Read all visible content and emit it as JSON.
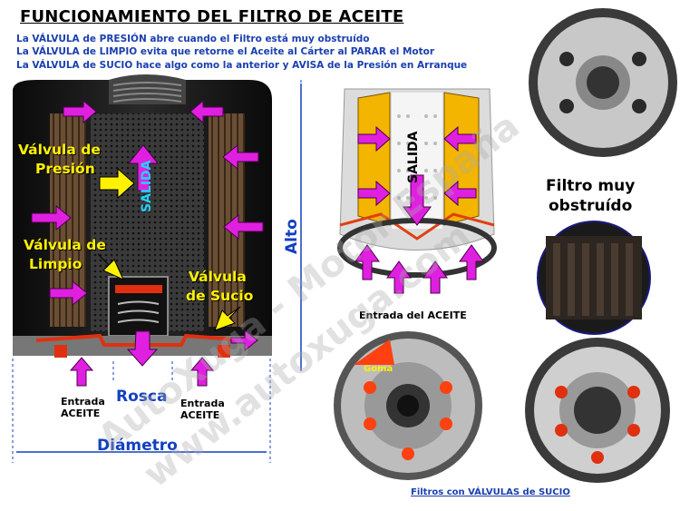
{
  "title": "FUNCIONAMIENTO DEL FILTRO DE ACEITE",
  "notes": [
    "La VÁLVULA de PRESIÓN abre cuando el Filtro está muy obstruído",
    "La VÁLVULA de LIMPIO evita que retorne el Aceite al Cárter al PARAR el Motor",
    "La VÁLVULA de SUCIO hace algo como la anterior y AVISA de la Presión en Arranque"
  ],
  "left_diagram": {
    "valve_pressure_line1": "Válvula de",
    "valve_pressure_line2": "Presión",
    "valve_clean_line1": "Válvula de",
    "valve_clean_line2": "Limpio",
    "valve_dirty_line1": "Válvula",
    "valve_dirty_line2": "de Sucio",
    "outlet": "SALIDA",
    "inlet_left_line1": "Entrada",
    "inlet_left_line2": "ACEITE",
    "inlet_right_line1": "Entrada",
    "inlet_right_line2": "ACEITE",
    "thread": "Rosca",
    "diameter": "Diámetro",
    "height": "Alto"
  },
  "cutaway": {
    "outlet": "SALIDA",
    "inlet": "Entrada del ACEITE"
  },
  "bottom_view": {
    "gasket": "Goma"
  },
  "clogged": {
    "line1": "Filtro muy",
    "line2": "obstruído"
  },
  "caption": "Filtros con VÁLVULAS de SUCIO",
  "watermarks": [
    "AutoXuga - Motor España",
    "www.autoxuga.com"
  ],
  "colors": {
    "arrow": "#e020e0",
    "label_yellow": "#fff200",
    "dimension_blue": "#1240c0",
    "valve_red": "#e03010"
  }
}
